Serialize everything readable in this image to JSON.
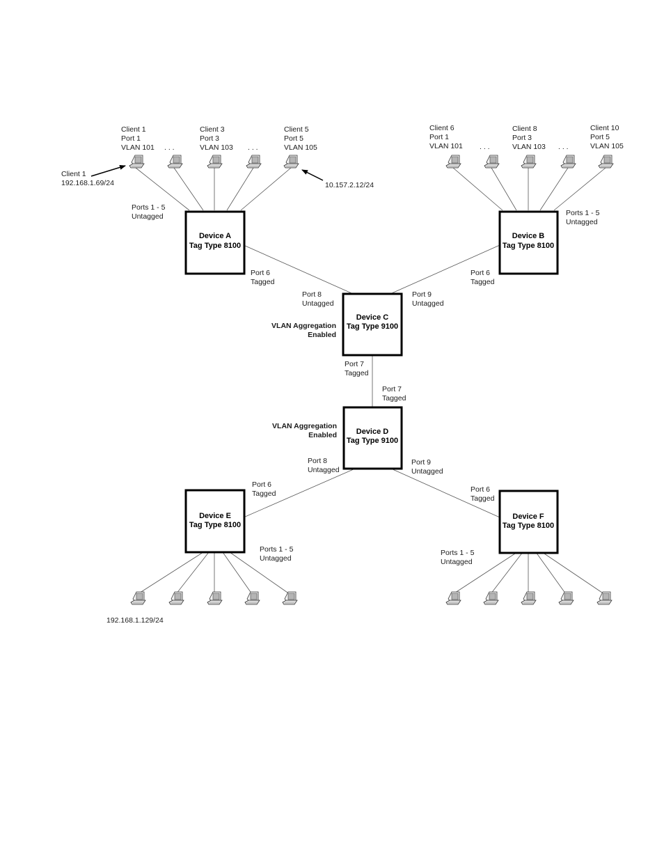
{
  "devices": {
    "a": {
      "name": "Device A",
      "tag": "Tag Type 8100"
    },
    "b": {
      "name": "Device B",
      "tag": "Tag Type 8100"
    },
    "c": {
      "name": "Device C",
      "tag": "Tag Type 9100"
    },
    "d": {
      "name": "Device D",
      "tag": "Tag Type 9100"
    },
    "e": {
      "name": "Device E",
      "tag": "Tag Type 8100"
    },
    "f": {
      "name": "Device F",
      "tag": "Tag Type 8100"
    }
  },
  "clients_a": {
    "c1": [
      "Client 1",
      "Port 1",
      "VLAN 101"
    ],
    "c3": [
      "Client 3",
      "Port 3",
      "VLAN 103"
    ],
    "c5": [
      "Client 5",
      "Port 5",
      "VLAN 105"
    ]
  },
  "clients_b": {
    "c6": [
      "Client 6",
      "Port 1",
      "VLAN 101"
    ],
    "c8": [
      "Client 8",
      "Port 3",
      "VLAN 103"
    ],
    "c10": [
      "Client 10",
      "Port 5",
      "VLAN 105"
    ]
  },
  "ellipsis": ". . .",
  "annotations": {
    "client1_title": "Client 1",
    "client1_ip": "192.168.1.69/24",
    "client5_ip": "10.157.2.12/24",
    "device_e_client_ip": "192.168.1.129/24"
  },
  "ports": {
    "a_ports_title": "Ports 1 - 5",
    "a_ports_mode": "Untagged",
    "b_ports_title": "Ports 1 - 5",
    "b_ports_mode": "Untagged",
    "a_port6_title": "Port 6",
    "a_port6_mode": "Tagged",
    "b_port6_title": "Port 6",
    "b_port6_mode": "Tagged",
    "c_port8_title": "Port 8",
    "c_port8_mode": "Untagged",
    "c_port9_title": "Port 9",
    "c_port9_mode": "Untagged",
    "c_port7_title": "Port 7",
    "c_port7_mode": "Tagged",
    "d_port7_title": "Port 7",
    "d_port7_mode": "Tagged",
    "d_port8_title": "Port 8",
    "d_port8_mode": "Untagged",
    "d_port9_title": "Port 9",
    "d_port9_mode": "Untagged",
    "e_port6_title": "Port 6",
    "e_port6_mode": "Tagged",
    "f_port6_title": "Port 6",
    "f_port6_mode": "Tagged",
    "e_ports_title": "Ports 1 - 5",
    "e_ports_mode": "Untagged",
    "f_ports_title": "Ports 1 - 5",
    "f_ports_mode": "Untagged"
  },
  "aggregation": {
    "c_line1": "VLAN Aggregation",
    "c_line2": "Enabled",
    "d_line1": "VLAN Aggregation",
    "d_line2": "Enabled"
  }
}
